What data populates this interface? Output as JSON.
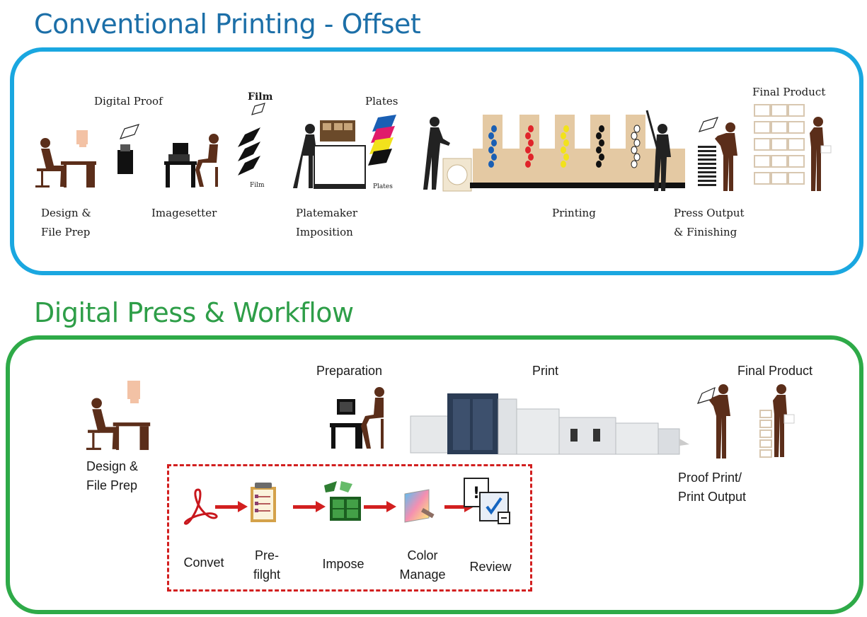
{
  "offset": {
    "title": "Conventional Printing - Offset",
    "border_color": "#1aa7e0",
    "labels": {
      "digital_proof": "Digital Proof",
      "film": "Film",
      "film_small": "Film",
      "plates": "Plates",
      "plates_small": "Plates",
      "final_product": "Final Product",
      "design": "Design &\nFile Prep",
      "imagesetter": "Imagesetter",
      "platemaker": "Platemaker\nImposition",
      "printing": "Printing",
      "press_output": "Press Output\n& Finishing"
    },
    "ink_colors": [
      "#1a5fb4",
      "#e0242a",
      "#f2e21c",
      "#111111",
      "#ffffff"
    ]
  },
  "digital": {
    "title": "Digital Press & Workflow",
    "border_color": "#2eaa48",
    "labels": {
      "design": "Design &\nFile Prep",
      "preparation": "Preparation",
      "print": "Print",
      "final_product": "Final Product",
      "proof_print": "Proof Print/\nPrint Output"
    },
    "workflow": {
      "border_color": "#d21f1f",
      "steps": [
        {
          "label": "Convet",
          "icon": "acrobat-icon"
        },
        {
          "label": "Pre-\nfilght",
          "icon": "checklist-icon"
        },
        {
          "label": "Impose",
          "icon": "impose-icon"
        },
        {
          "label": "Color\nManage",
          "icon": "color-manage-icon"
        },
        {
          "label": "Review",
          "icon": "review-icon"
        }
      ]
    }
  }
}
